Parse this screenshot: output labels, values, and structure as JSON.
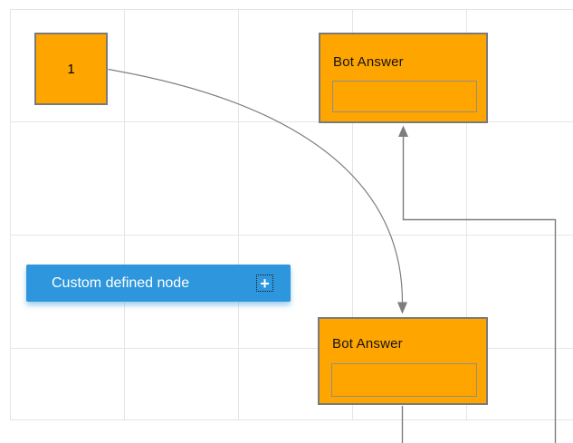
{
  "canvas": {
    "background": "#FFFFFF",
    "grid_color": "#E5E5E5",
    "page_border_color": "#E0E0E0"
  },
  "colors": {
    "node_orange": "#FFA500",
    "node_border_gray": "#7A7A7A",
    "input_border_gray": "#8E8E8E",
    "custom_blue": "#2E96DD",
    "connector_gray": "#7D7D7D",
    "text_black": "#141414",
    "text_white": "#FFFFFF"
  },
  "nodes": {
    "start": {
      "label": "1"
    },
    "bot_answer_top": {
      "title": "Bot Answer",
      "input_value": "",
      "input_placeholder": ""
    },
    "bot_answer_bottom": {
      "title": "Bot Answer",
      "input_value": "",
      "input_placeholder": ""
    },
    "custom": {
      "label": "Custom defined node",
      "plus_icon": "+"
    }
  },
  "connectors": [
    {
      "name": "curve-connector",
      "type": "bezier",
      "from": "start",
      "to": "bot_answer_bottom"
    },
    {
      "name": "orthogonal-connector",
      "type": "orthogonal",
      "from": "bot_answer_bottom",
      "to": "bot_answer_top"
    }
  ]
}
